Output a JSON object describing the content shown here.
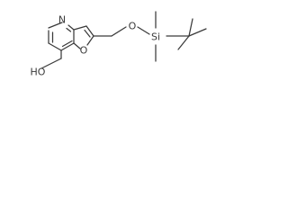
{
  "molecule": {
    "atoms": {
      "n1": "N",
      "o_furan": "O",
      "o_ether": "O",
      "si": "Si",
      "ho": "HO"
    }
  }
}
